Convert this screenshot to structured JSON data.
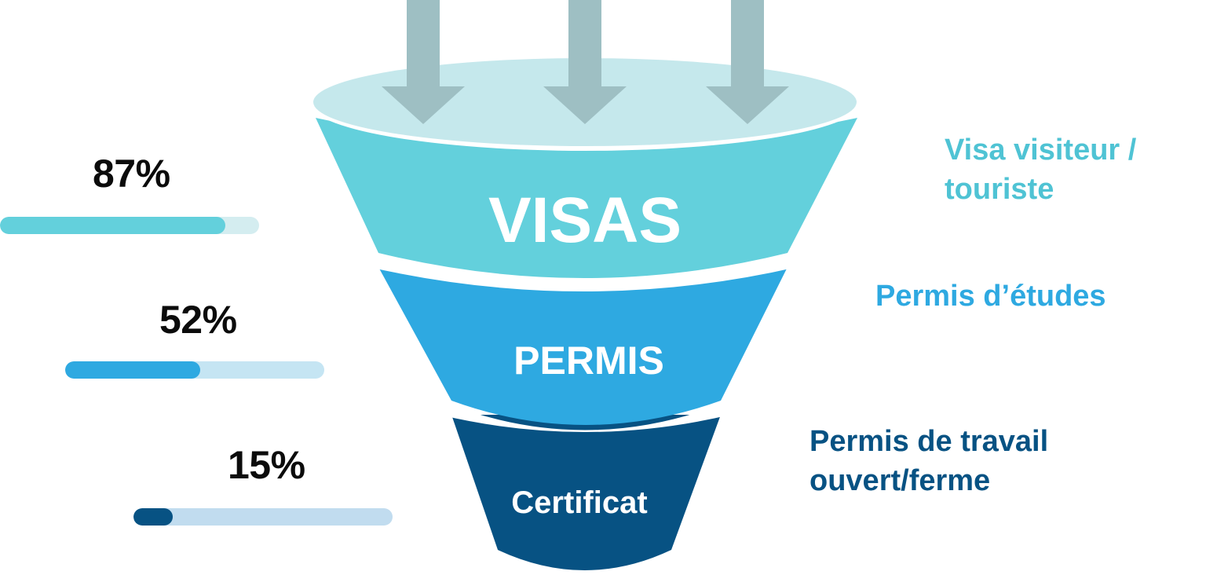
{
  "funnel": {
    "levels": [
      {
        "label": "VISAS",
        "color": "#63d0dc"
      },
      {
        "label": "PERMIS",
        "color": "#2ea9e1"
      },
      {
        "label": "Certificat",
        "color": "#075283"
      }
    ],
    "rim_color": "#c5e8ec",
    "arrow_color": "#9ebfc3"
  },
  "bars": [
    {
      "percent_label": "87%",
      "value": 0.87,
      "fill_color": "#63d0dc",
      "track_color": "#d4edf0"
    },
    {
      "percent_label": "52%",
      "value": 0.52,
      "fill_color": "#2ea9e1",
      "track_color": "#c5e5f3"
    },
    {
      "percent_label": "15%",
      "value": 0.15,
      "fill_color": "#075283",
      "track_color": "#c1dcef"
    }
  ],
  "side_labels": [
    {
      "lines": [
        "Visa visiteur /",
        "touriste"
      ],
      "color": "#4fc3d4"
    },
    {
      "lines": [
        "Permis d’études"
      ],
      "color": "#2ea9e1"
    },
    {
      "lines": [
        "Permis de travail",
        "ouvert/ferme"
      ],
      "color": "#075283"
    }
  ]
}
